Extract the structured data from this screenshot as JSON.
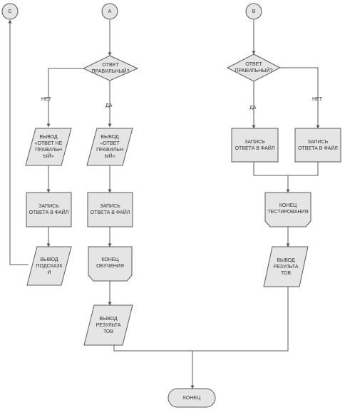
{
  "colors": {
    "fill": "#e5e5e5",
    "stroke": "#5a5a5a",
    "text": "#333333"
  },
  "connectors": {
    "c": "C",
    "a": "A",
    "b": "B"
  },
  "decisions": {
    "a": "ОТВЕТ\nПРАВИЛЬНЫЙ?",
    "b": "ОТВЕТ\nПРАВИЛЬНЫЙ?"
  },
  "edge_labels": {
    "a_no": "НЕТ",
    "a_yes": "ДА",
    "b_yes": "ДА",
    "b_no": "НЕТ"
  },
  "io": {
    "wrong": "ВЫВОД\n«ОТВЕТ НЕ\nПРАВИЛЬН\nЫЙ»",
    "right": "ВЫВОД\n«ОТВЕТ\nПРАВИЛЬН\nЫЙ»",
    "hint": "ВЫВОД\nПОДСКАЗК\nИ",
    "results_mid": "ВЫВОД\nРЕЗУЛЬТА\nТОВ",
    "results_right": "ВЫВОД\nРЕЗУЛЬТА\nТОВ"
  },
  "process": {
    "save_left": "ЗАПИСЬ\nОТВЕТА В ФАЙЛ",
    "save_mid": "ЗАПИСЬ\nОТВЕТА В ФАЙЛ",
    "save_b_yes": "ЗАПИСЬ\nОТВЕТА В ФАЙЛ",
    "save_b_no": "ЗАПИСЬ\nОТВЕТА В ФАЙЛ"
  },
  "ends": {
    "learning": "КОНЕЦ\nОБУЧЕНИЯ",
    "testing": "КОНЕЦ\nТЕСТИРОВАНИЯ"
  },
  "terminal": "КОНЕЦ"
}
